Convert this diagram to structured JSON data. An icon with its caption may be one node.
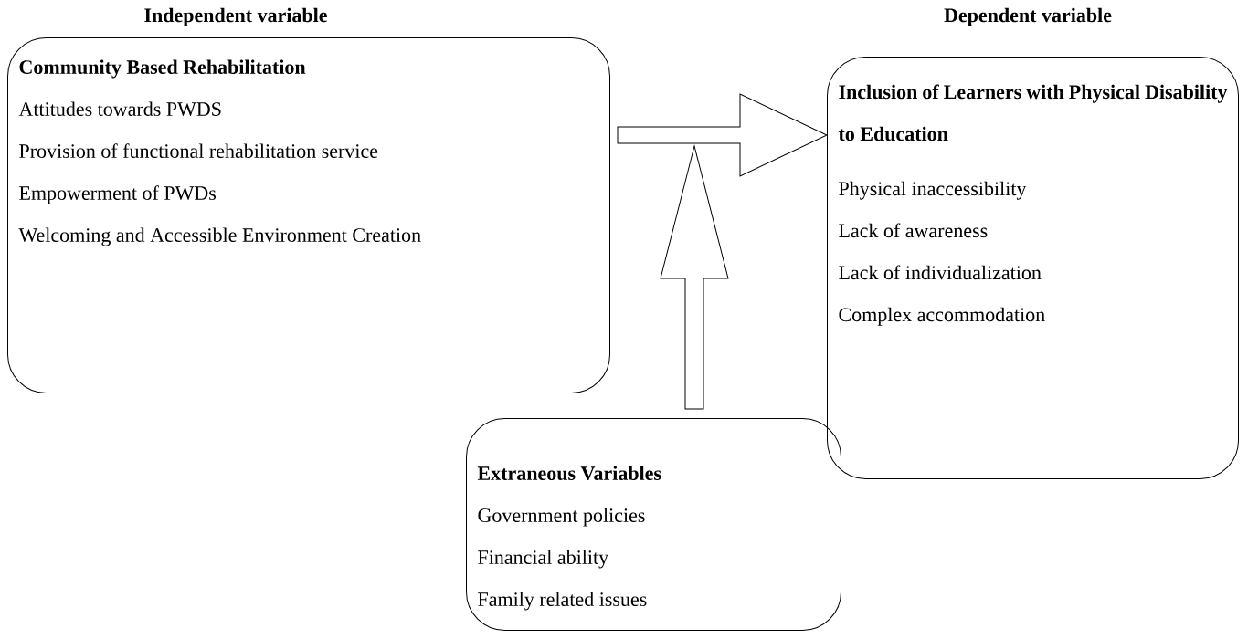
{
  "diagram": {
    "nodes": [
      {
        "text": [
          "Independent variable",
          "Community Based Rehabilitation",
          "Attitudes towards PWDS",
          "Provision of functional rehabilitation service",
          "Empowerment of PWDs",
          "Welcoming and Accessible Environment Creation"
        ]
      },
      {
        "text": [
          "Dependent variable",
          "Inclusion of Learners with Physical Disability to Education",
          "Physical inaccessibility",
          "Lack of awareness",
          "Lack of individualization",
          "Complex accommodation"
        ]
      },
      {
        "text": [
          "Extraneous Variables",
          "Government policies",
          "Financial ability",
          "Family related issues"
        ]
      }
    ],
    "edges": [
      {
        "from": 0,
        "to": 1,
        "arrow": "to"
      },
      {
        "from": 2,
        "to": null,
        "arrow": "to"
      }
    ]
  }
}
